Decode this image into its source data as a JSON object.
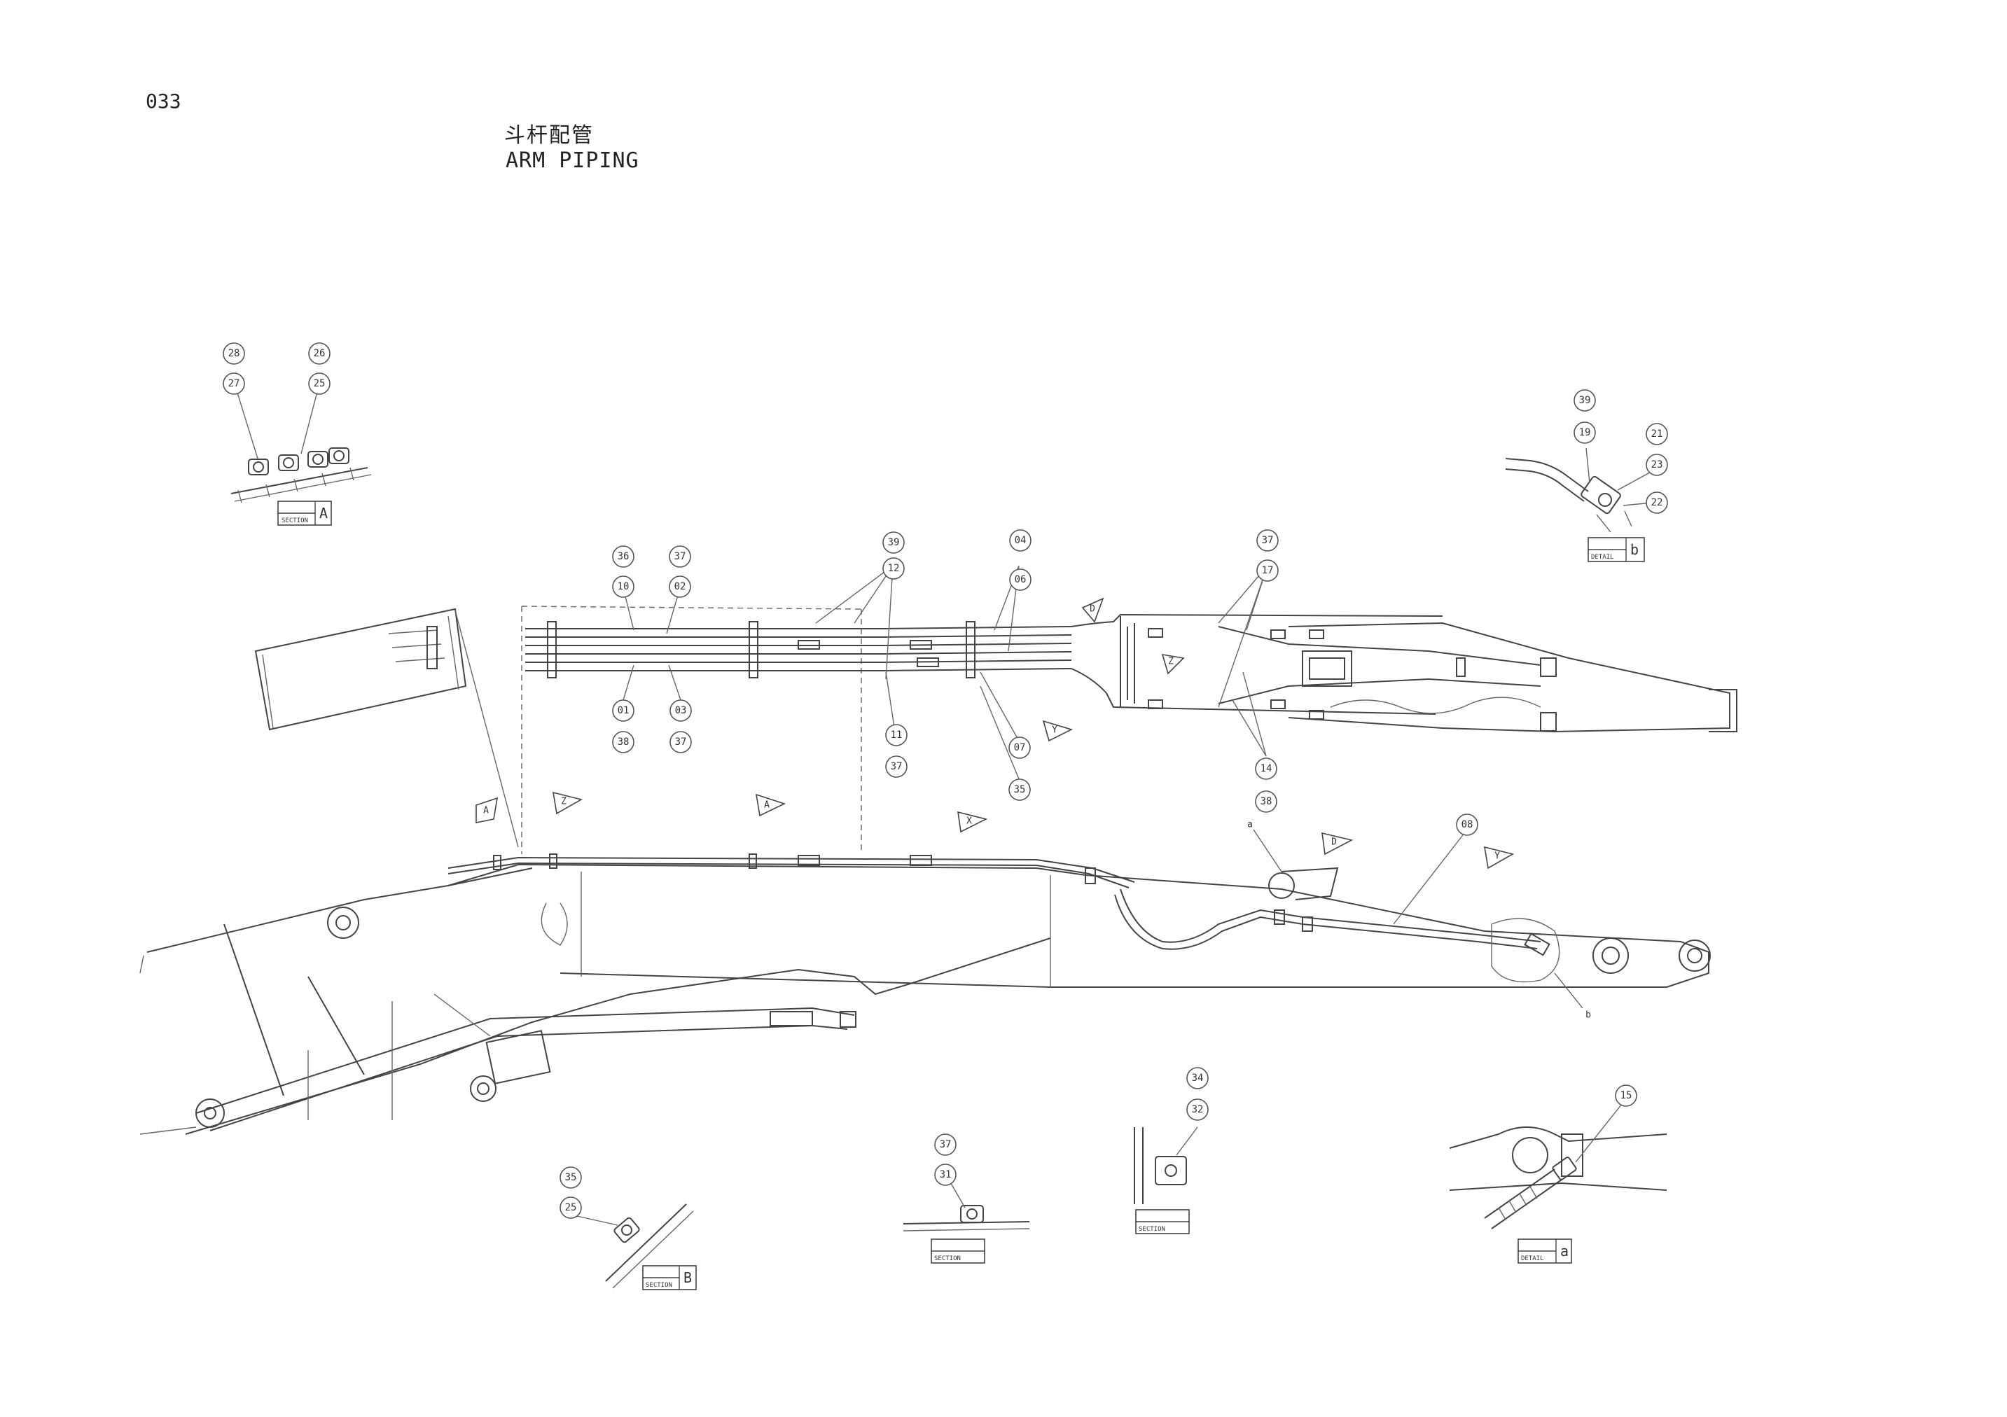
{
  "header": {
    "page_number": "033",
    "title_cn": "斗杆配管",
    "title_en": "ARM PIPING"
  },
  "section_labels": {
    "section_a": "A",
    "section_b": "B",
    "detail_b": "b",
    "detail_a": "a",
    "small_label": "SECTION",
    "detail_small": "DETAIL"
  },
  "callouts": {
    "sec_a_28": "28",
    "sec_a_27": "27",
    "sec_a_26": "26",
    "sec_a_25": "25",
    "det_b_39": "39",
    "det_b_19": "19",
    "det_b_21": "21",
    "det_b_23": "23",
    "det_b_22": "22",
    "main_36": "36",
    "main_10": "10",
    "main_37a": "37",
    "main_02": "02",
    "main_01": "01",
    "main_38a": "38",
    "main_03": "03",
    "main_37b": "37",
    "main_39": "39",
    "main_12": "12",
    "main_11": "11",
    "main_37c": "37",
    "main_04": "04",
    "main_06": "06",
    "main_07": "07",
    "main_35": "35",
    "main_37d": "37",
    "main_17": "17",
    "main_14": "14",
    "main_38b": "38",
    "main_08": "08",
    "main_a": "a",
    "main_b": "b",
    "sec_b_35": "35",
    "sec_b_25": "25",
    "sec_c_37": "37",
    "sec_c_31": "31",
    "sec_d_34": "34",
    "sec_d_32": "32",
    "det_a_15": "15"
  },
  "view_markers": {
    "v1": "A",
    "v2": "Z",
    "v3": "A",
    "v4": "X",
    "v5": "D",
    "v6": "Y",
    "v7": "Z",
    "v8": "D",
    "v9": "Y"
  }
}
